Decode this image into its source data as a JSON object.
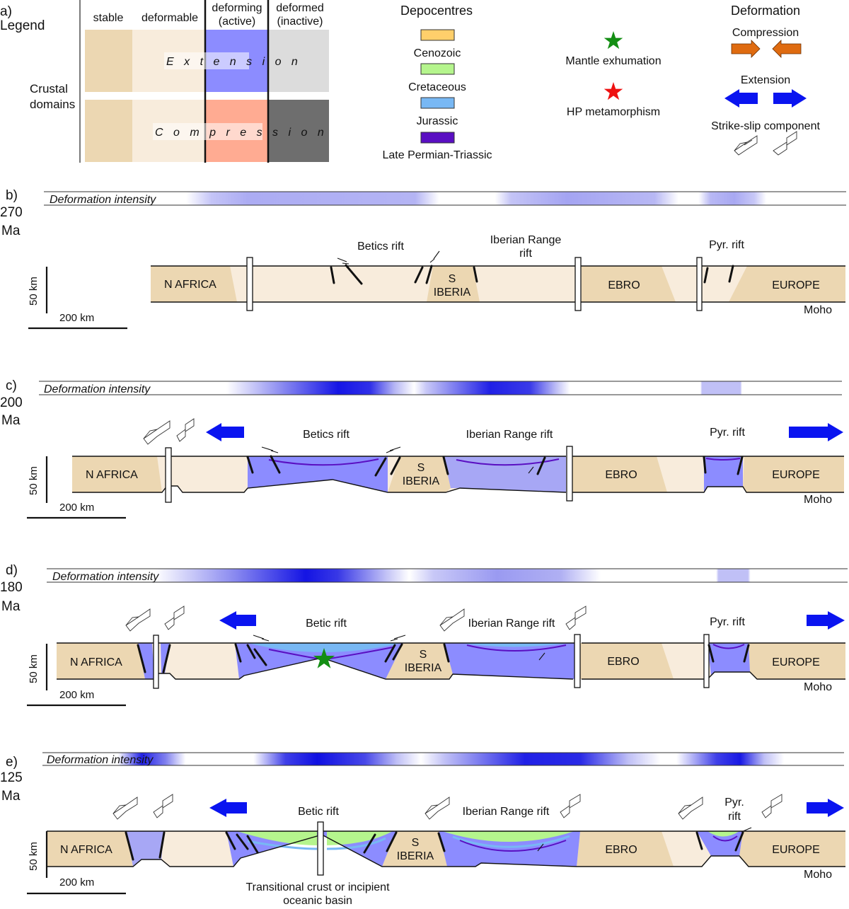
{
  "figure": {
    "colors": {
      "stable": "#ecd7b2",
      "deformable": "#f8ecdc",
      "active_extension": "#8c8cff",
      "active_extension_light": "#a7a7f5",
      "active_compression": "#ffab92",
      "inactive_extension": "#dcdcdc",
      "inactive_compression": "#6e6e6e",
      "cenozoic": "#ffcf6b",
      "cretaceous": "#b5f58d",
      "jurassic": "#78b8f4",
      "late_permian_triassic": "#5a0fc2",
      "extension_arrow": "#0a14f0",
      "compression_arrow": "#df6b10",
      "mantle_star": "#138e13",
      "hp_star": "#ee1111",
      "intensity": "#1818e0"
    },
    "legend": {
      "panel_label": "a)",
      "title": "Legend",
      "col_stable": "stable",
      "col_deformable": "deformable",
      "col_active_1": "deforming",
      "col_active_2": "(active)",
      "col_inactive_1": "deformed",
      "col_inactive_2": "(inactive)",
      "crustal_1": "Crustal",
      "crustal_2": "domains",
      "extension_label": "E x t e n s i o n",
      "compression_label": "C o m p r e s s i o n"
    },
    "depocentres": {
      "title": "Depocentres",
      "items": [
        "Cenozoic",
        "Cretaceous",
        "Jurassic",
        "Late Permian-Triassic"
      ]
    },
    "symbols": {
      "mantle": "Mantle exhumation",
      "hp": "HP metamorphism"
    },
    "deformation": {
      "title": "Deformation",
      "compression": "Compression",
      "extension": "Extension",
      "strike_slip": "Strike-slip component"
    },
    "common": {
      "intensity_label": "Deformation intensity",
      "thickness": "50 km",
      "scale": "200 km",
      "moho": "Moho",
      "n_africa": "N AFRICA",
      "s_iberia_1": "S",
      "s_iberia_2": "IBERIA",
      "ebro": "EBRO",
      "europe": "EUROPE"
    },
    "panel_b": {
      "label": "b)",
      "age_1": "270",
      "age_2": "Ma",
      "betics": "Betics rift",
      "iberian_1": "Iberian Range",
      "iberian_2": "rift",
      "pyr": "Pyr. rift"
    },
    "panel_c": {
      "label": "c)",
      "age_1": "200",
      "age_2": "Ma",
      "betics": "Betics rift",
      "iberian": "Iberian Range rift",
      "pyr": "Pyr. rift"
    },
    "panel_d": {
      "label": "d)",
      "age_1": "180",
      "age_2": "Ma",
      "betics": "Betic rift",
      "iberian": "Iberian Range rift",
      "pyr": "Pyr. rift"
    },
    "panel_e": {
      "label": "e)",
      "age_1": "125",
      "age_2": "Ma",
      "betics": "Betic rift",
      "iberian": "Iberian Range rift",
      "pyr_1": "Pyr.",
      "pyr_2": "rift",
      "transitional_1": "Transitional crust or incipient",
      "transitional_2": "oceanic basin"
    }
  }
}
